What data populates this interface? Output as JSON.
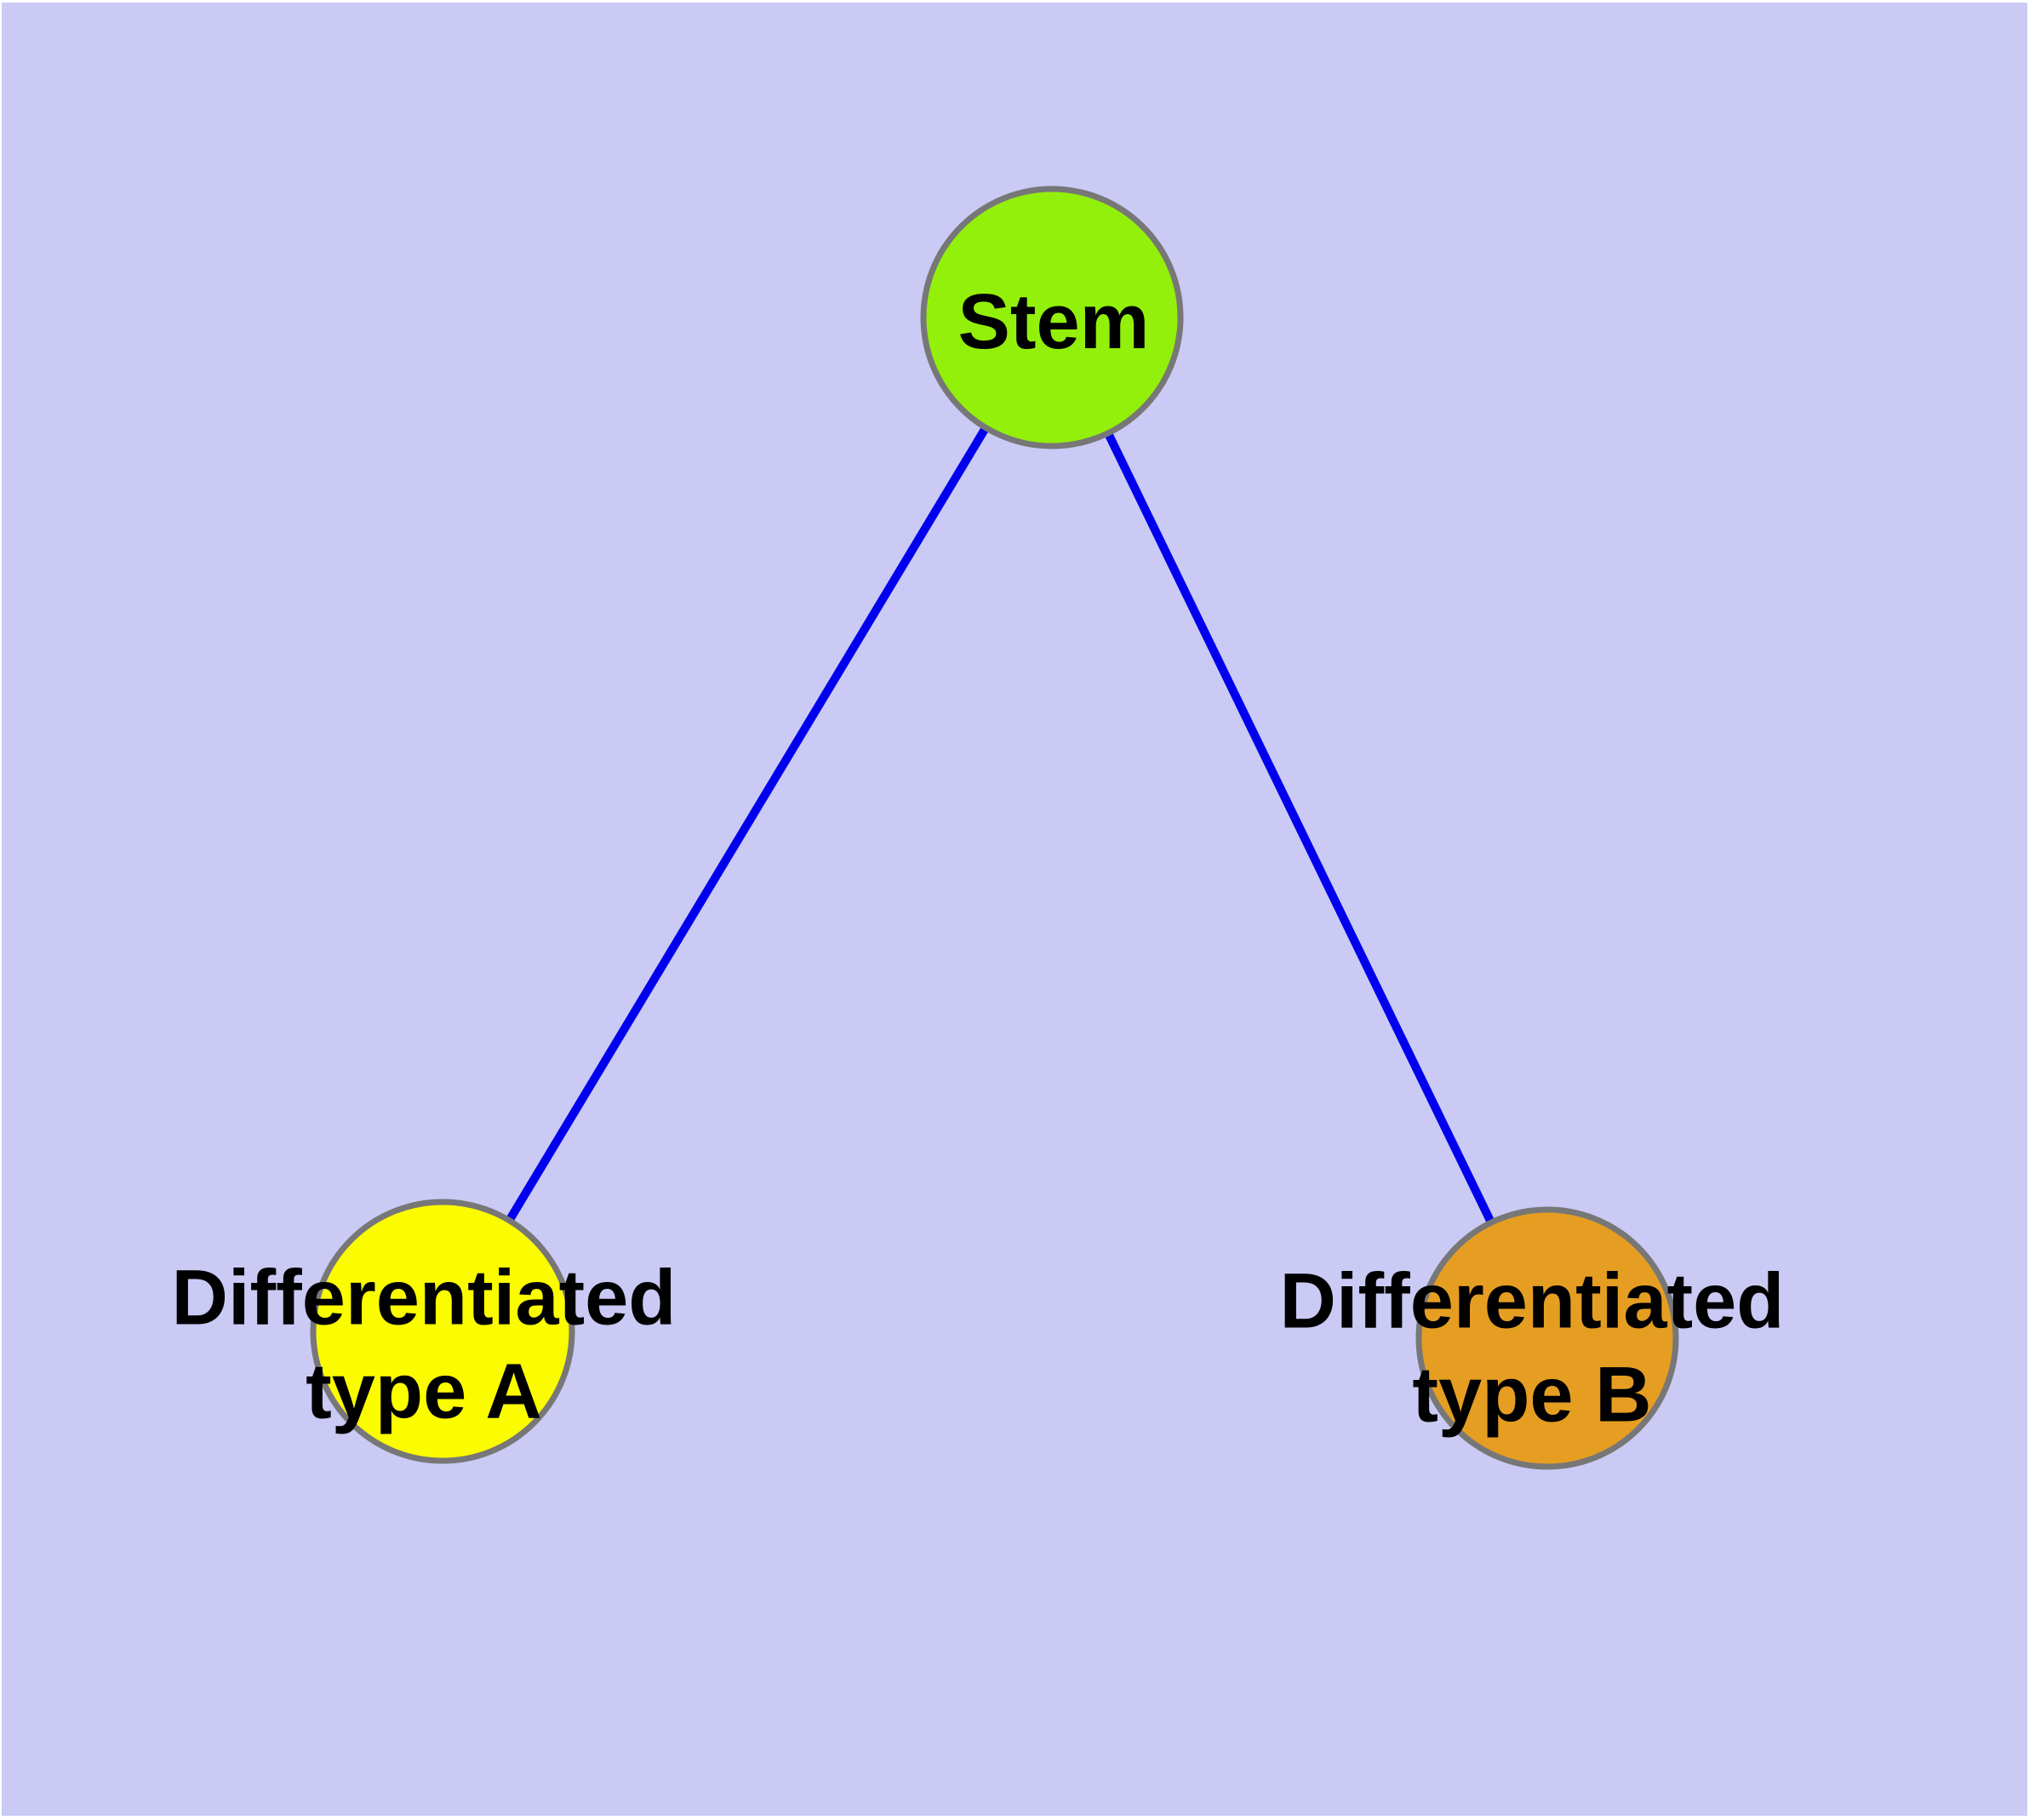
{
  "diagram": {
    "type": "graph",
    "description": "Tree diagram of a stem node connected by two edges to two differentiated cell-type nodes",
    "colors": {
      "page_margin": "#FFFFFF",
      "background": "#CACAF5",
      "edge": "#0000EE",
      "node_border": "#777777",
      "label": "#000000"
    },
    "nodes": [
      {
        "id": "stem",
        "label": "Stem",
        "fill": "#93F00A"
      },
      {
        "id": "type-a",
        "label": "Differentiated\ntype A",
        "fill": "#FCFC00"
      },
      {
        "id": "type-b",
        "label": "Differentiated\ntype B",
        "fill": "#E69E22"
      }
    ],
    "edges": [
      {
        "from": "stem",
        "to": "type-a"
      },
      {
        "from": "stem",
        "to": "type-b"
      }
    ]
  }
}
